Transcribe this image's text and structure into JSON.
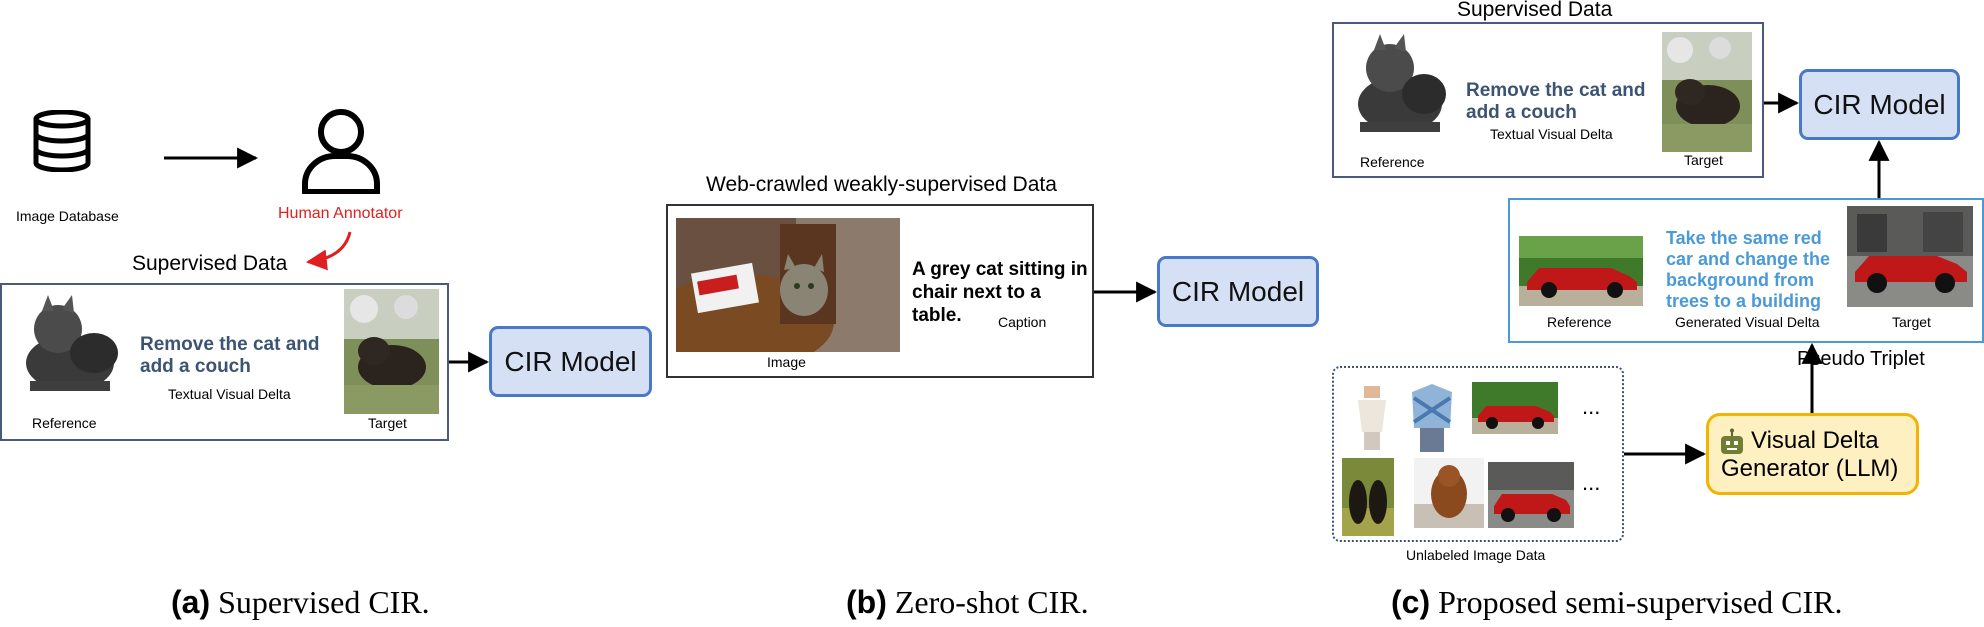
{
  "panel_a": {
    "image_db_label": "Image Database",
    "annotator_label": "Human Annotator",
    "supervised_title": "Supervised Data",
    "delta_text_line1": "Remove the cat and",
    "delta_text_line2": "add a couch",
    "delta_caption": "Textual Visual Delta",
    "reference_label": "Reference",
    "target_label": "Target",
    "model_label": "CIR Model",
    "caption_prefix": "(a)",
    "caption_text": " Supervised CIR."
  },
  "panel_b": {
    "title": "Web-crawled weakly-supervised Data",
    "caption_line1": "A grey cat sitting in",
    "caption_line2": "chair next to a table.",
    "caption_label": "Caption",
    "image_label": "Image",
    "model_label": "CIR Model",
    "caption_prefix": "(b)",
    "caption_text": " Zero-shot CIR."
  },
  "panel_c": {
    "supervised_title": "Supervised Data",
    "delta_text_line1": "Remove the cat and",
    "delta_text_line2": "add a couch",
    "delta_caption": "Textual Visual Delta",
    "reference_label": "Reference",
    "target_label": "Target",
    "model_label": "CIR Model",
    "gen_line1": "Take the same red",
    "gen_line2": "car and change the",
    "gen_line3": "background from",
    "gen_line4": "trees to a building",
    "gen_reference_label": "Reference",
    "gen_delta_caption": "Generated Visual Delta",
    "gen_target_label": "Target",
    "pseudo_triplet_label": "Pseudo Triplet",
    "generator_line1": "Visual Delta",
    "generator_line2": "Generator (LLM)",
    "unlabeled_label": "Unlabeled Image Data",
    "ellipsis": "...",
    "caption_prefix": "(c)",
    "caption_text": " Proposed semi-supervised CIR."
  },
  "colors": {
    "annotator_red": "#e02020",
    "cir_fill": "#d6e0f5",
    "cir_border": "#4a78c9",
    "generated_blue": "#4a9ad8",
    "generator_fill": "#fff0c2",
    "generator_border": "#f2b400"
  },
  "icons": [
    "database-icon",
    "person-icon",
    "robot-icon"
  ]
}
